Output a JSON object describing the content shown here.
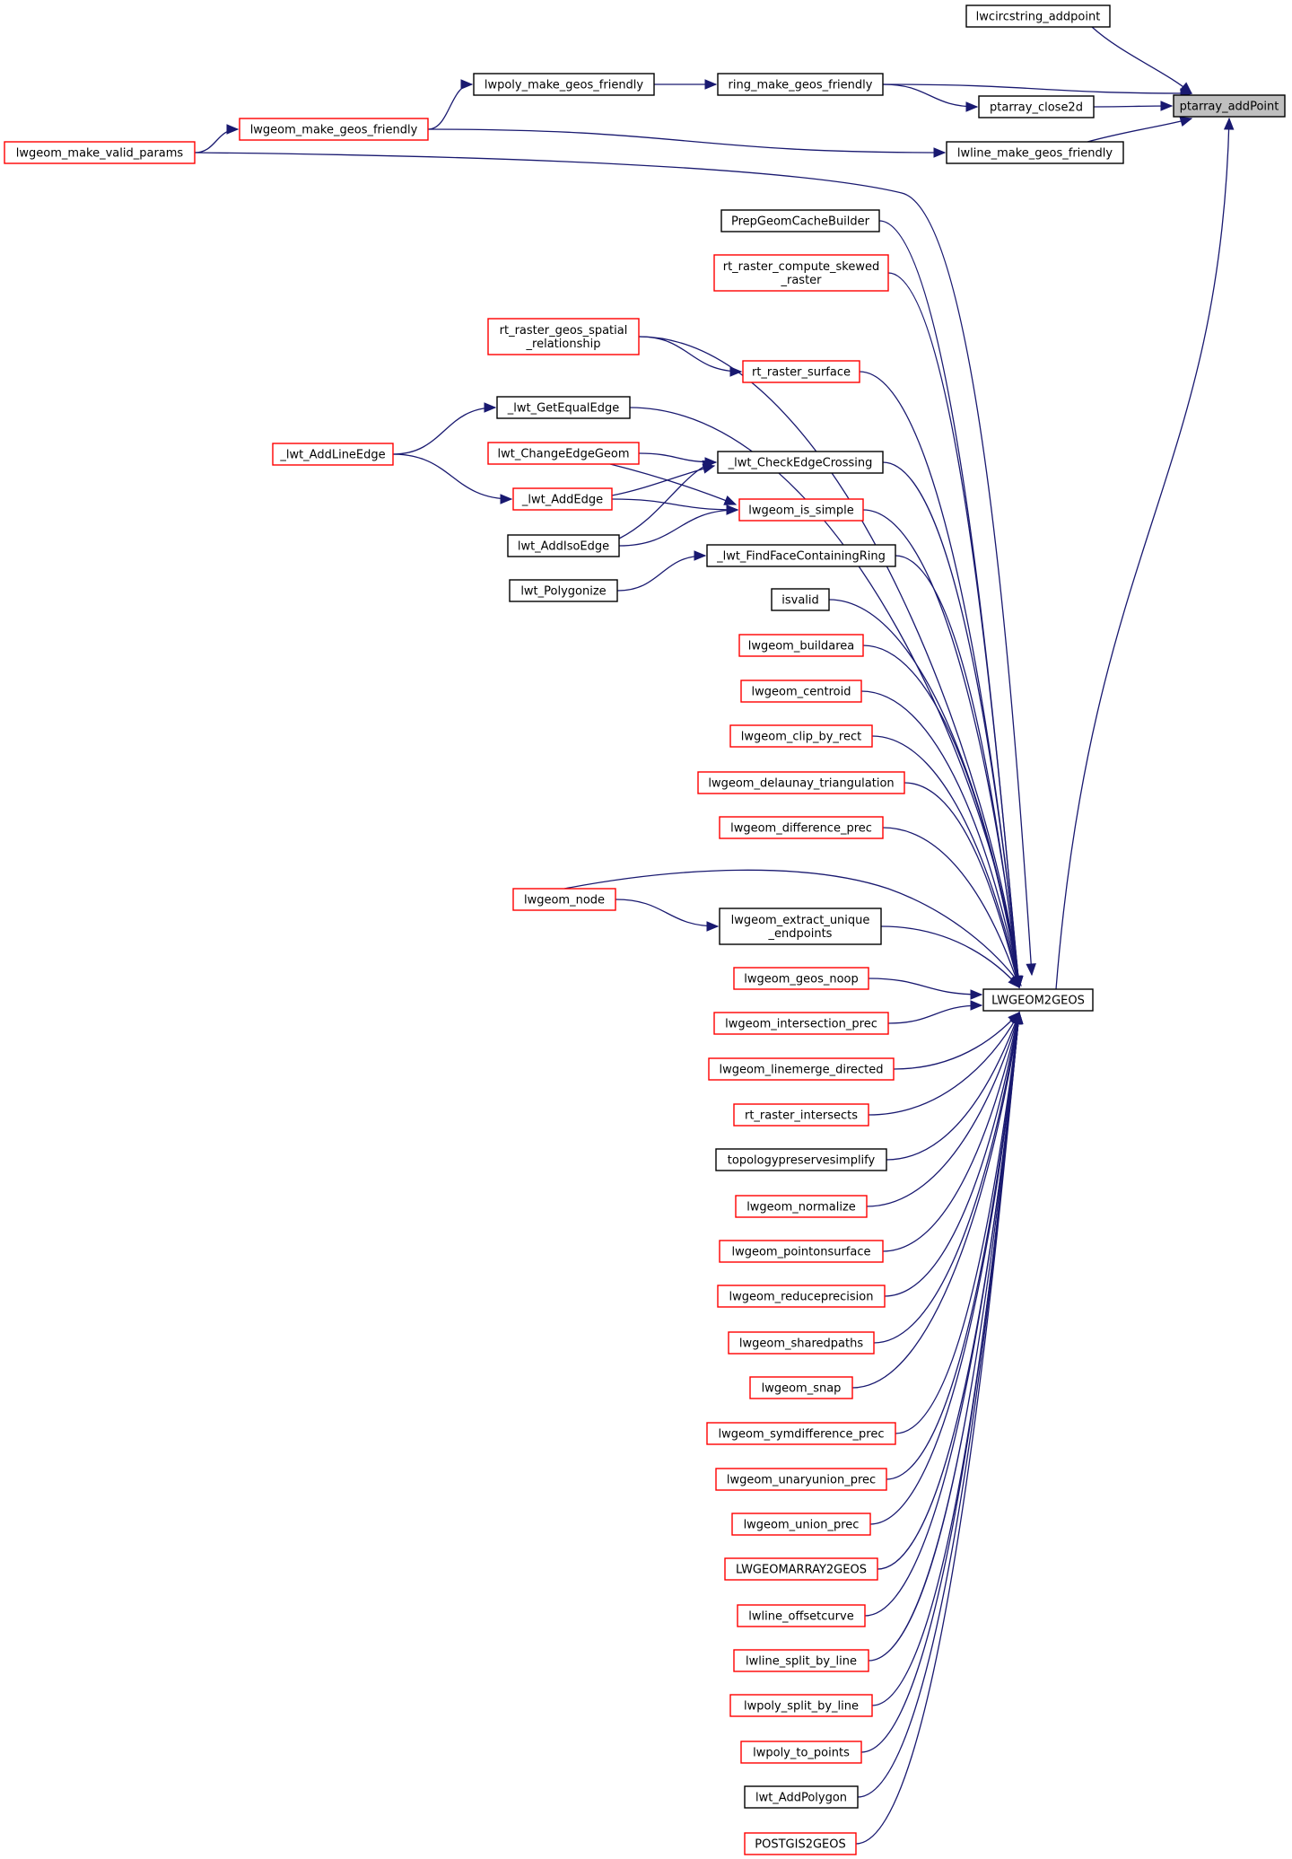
{
  "colors": {
    "edge": "#191970",
    "node_border_normal": "#000000",
    "node_border_truncated": "#ff0000",
    "focus_fill": "#bfbfbf"
  },
  "nodes": {
    "ptarray_addPoint": {
      "lines": [
        "ptarray_addPoint"
      ],
      "style": "focus"
    },
    "lwcircstring_addpoint": {
      "lines": [
        "lwcircstring_addpoint"
      ],
      "style": "black"
    },
    "ring_make_geos_friendly": {
      "lines": [
        "ring_make_geos_friendly"
      ],
      "style": "black"
    },
    "ptarray_close2d": {
      "lines": [
        "ptarray_close2d"
      ],
      "style": "black"
    },
    "lwline_make_geos_friendly": {
      "lines": [
        "lwline_make_geos_friendly"
      ],
      "style": "black"
    },
    "lwpoly_make_geos_friendly": {
      "lines": [
        "lwpoly_make_geos_friendly"
      ],
      "style": "black"
    },
    "lwgeom_make_geos_friendly": {
      "lines": [
        "lwgeom_make_geos_friendly"
      ],
      "style": "red"
    },
    "lwgeom_make_valid_params": {
      "lines": [
        "lwgeom_make_valid_params"
      ],
      "style": "red"
    },
    "LWGEOM2GEOS": {
      "lines": [
        "LWGEOM2GEOS"
      ],
      "style": "black"
    },
    "PrepGeomCacheBuilder": {
      "lines": [
        "PrepGeomCacheBuilder"
      ],
      "style": "black"
    },
    "rt_raster_compute_skewed_raster": {
      "lines": [
        "rt_raster_compute_skewed",
        "_raster"
      ],
      "style": "red"
    },
    "rt_raster_geos_spatial_relationship": {
      "lines": [
        "rt_raster_geos_spatial",
        "_relationship"
      ],
      "style": "red"
    },
    "rt_raster_surface": {
      "lines": [
        "rt_raster_surface"
      ],
      "style": "red"
    },
    "_lwt_GetEqualEdge": {
      "lines": [
        "_lwt_GetEqualEdge"
      ],
      "style": "black"
    },
    "_lwt_AddLineEdge": {
      "lines": [
        "_lwt_AddLineEdge"
      ],
      "style": "red"
    },
    "lwt_ChangeEdgeGeom": {
      "lines": [
        "lwt_ChangeEdgeGeom"
      ],
      "style": "red"
    },
    "_lwt_CheckEdgeCrossing": {
      "lines": [
        "_lwt_CheckEdgeCrossing"
      ],
      "style": "black"
    },
    "_lwt_AddEdge": {
      "lines": [
        "_lwt_AddEdge"
      ],
      "style": "red"
    },
    "lwgeom_is_simple": {
      "lines": [
        "lwgeom_is_simple"
      ],
      "style": "red"
    },
    "lwt_AddIsoEdge": {
      "lines": [
        "lwt_AddIsoEdge"
      ],
      "style": "black"
    },
    "_lwt_FindFaceContainingRing": {
      "lines": [
        "_lwt_FindFaceContainingRing"
      ],
      "style": "black"
    },
    "lwt_Polygonize": {
      "lines": [
        "lwt_Polygonize"
      ],
      "style": "black"
    },
    "isvalid": {
      "lines": [
        "isvalid"
      ],
      "style": "black"
    },
    "lwgeom_buildarea": {
      "lines": [
        "lwgeom_buildarea"
      ],
      "style": "red"
    },
    "lwgeom_centroid": {
      "lines": [
        "lwgeom_centroid"
      ],
      "style": "red"
    },
    "lwgeom_clip_by_rect": {
      "lines": [
        "lwgeom_clip_by_rect"
      ],
      "style": "red"
    },
    "lwgeom_delaunay_triangulation": {
      "lines": [
        "lwgeom_delaunay_triangulation"
      ],
      "style": "red"
    },
    "lwgeom_difference_prec": {
      "lines": [
        "lwgeom_difference_prec"
      ],
      "style": "red"
    },
    "lwgeom_node": {
      "lines": [
        "lwgeom_node"
      ],
      "style": "red"
    },
    "lwgeom_extract_unique_endpoints": {
      "lines": [
        "lwgeom_extract_unique",
        "_endpoints"
      ],
      "style": "black"
    },
    "lwgeom_geos_noop": {
      "lines": [
        "lwgeom_geos_noop"
      ],
      "style": "red"
    },
    "lwgeom_intersection_prec": {
      "lines": [
        "lwgeom_intersection_prec"
      ],
      "style": "red"
    },
    "lwgeom_linemerge_directed": {
      "lines": [
        "lwgeom_linemerge_directed"
      ],
      "style": "red"
    },
    "rt_raster_intersects": {
      "lines": [
        "rt_raster_intersects"
      ],
      "style": "red"
    },
    "topologypreservesimplify": {
      "lines": [
        "topologypreservesimplify"
      ],
      "style": "black"
    },
    "lwgeom_normalize": {
      "lines": [
        "lwgeom_normalize"
      ],
      "style": "red"
    },
    "lwgeom_pointonsurface": {
      "lines": [
        "lwgeom_pointonsurface"
      ],
      "style": "red"
    },
    "lwgeom_reduceprecision": {
      "lines": [
        "lwgeom_reduceprecision"
      ],
      "style": "red"
    },
    "lwgeom_sharedpaths": {
      "lines": [
        "lwgeom_sharedpaths"
      ],
      "style": "red"
    },
    "lwgeom_snap": {
      "lines": [
        "lwgeom_snap"
      ],
      "style": "red"
    },
    "lwgeom_symdifference_prec": {
      "lines": [
        "lwgeom_symdifference_prec"
      ],
      "style": "red"
    },
    "lwgeom_unaryunion_prec": {
      "lines": [
        "lwgeom_unaryunion_prec"
      ],
      "style": "red"
    },
    "lwgeom_union_prec": {
      "lines": [
        "lwgeom_union_prec"
      ],
      "style": "red"
    },
    "LWGEOMARRAY2GEOS": {
      "lines": [
        "LWGEOMARRAY2GEOS"
      ],
      "style": "red"
    },
    "lwline_offsetcurve": {
      "lines": [
        "lwline_offsetcurve"
      ],
      "style": "red"
    },
    "lwline_split_by_line": {
      "lines": [
        "lwline_split_by_line"
      ],
      "style": "red"
    },
    "lwpoly_split_by_line": {
      "lines": [
        "lwpoly_split_by_line"
      ],
      "style": "red"
    },
    "lwpoly_to_points": {
      "lines": [
        "lwpoly_to_points"
      ],
      "style": "red"
    },
    "lwt_AddPolygon": {
      "lines": [
        "lwt_AddPolygon"
      ],
      "style": "black"
    },
    "POSTGIS2GEOS": {
      "lines": [
        "POSTGIS2GEOS"
      ],
      "style": "red"
    }
  },
  "edges": [
    [
      "lwcircstring_addpoint",
      "ptarray_addPoint"
    ],
    [
      "ring_make_geos_friendly",
      "ptarray_addPoint"
    ],
    [
      "ptarray_close2d",
      "ptarray_addPoint"
    ],
    [
      "lwline_make_geos_friendly",
      "ptarray_addPoint"
    ],
    [
      "LWGEOM2GEOS",
      "ptarray_addPoint"
    ],
    [
      "ring_make_geos_friendly",
      "ptarray_close2d"
    ],
    [
      "lwpoly_make_geos_friendly",
      "ring_make_geos_friendly"
    ],
    [
      "lwgeom_make_geos_friendly",
      "lwpoly_make_geos_friendly"
    ],
    [
      "lwgeom_make_geos_friendly",
      "lwline_make_geos_friendly"
    ],
    [
      "lwgeom_make_valid_params",
      "lwgeom_make_geos_friendly"
    ],
    [
      "lwgeom_make_valid_params",
      "LWGEOM2GEOS"
    ],
    [
      "PrepGeomCacheBuilder",
      "LWGEOM2GEOS"
    ],
    [
      "rt_raster_compute_skewed_raster",
      "LWGEOM2GEOS"
    ],
    [
      "rt_raster_geos_spatial_relationship",
      "LWGEOM2GEOS"
    ],
    [
      "rt_raster_surface",
      "LWGEOM2GEOS"
    ],
    [
      "rt_raster_geos_spatial_relationship",
      "rt_raster_surface"
    ],
    [
      "_lwt_GetEqualEdge",
      "LWGEOM2GEOS"
    ],
    [
      "_lwt_AddLineEdge",
      "_lwt_GetEqualEdge"
    ],
    [
      "_lwt_CheckEdgeCrossing",
      "LWGEOM2GEOS"
    ],
    [
      "lwt_ChangeEdgeGeom",
      "_lwt_CheckEdgeCrossing"
    ],
    [
      "_lwt_AddEdge",
      "_lwt_CheckEdgeCrossing"
    ],
    [
      "lwt_AddIsoEdge",
      "_lwt_CheckEdgeCrossing"
    ],
    [
      "lwgeom_is_simple",
      "LWGEOM2GEOS"
    ],
    [
      "lwt_ChangeEdgeGeom",
      "lwgeom_is_simple"
    ],
    [
      "_lwt_AddEdge",
      "lwgeom_is_simple"
    ],
    [
      "lwt_AddIsoEdge",
      "lwgeom_is_simple"
    ],
    [
      "_lwt_AddLineEdge",
      "_lwt_AddEdge"
    ],
    [
      "_lwt_FindFaceContainingRing",
      "LWGEOM2GEOS"
    ],
    [
      "lwt_Polygonize",
      "_lwt_FindFaceContainingRing"
    ],
    [
      "isvalid",
      "LWGEOM2GEOS"
    ],
    [
      "lwgeom_buildarea",
      "LWGEOM2GEOS"
    ],
    [
      "lwgeom_centroid",
      "LWGEOM2GEOS"
    ],
    [
      "lwgeom_clip_by_rect",
      "LWGEOM2GEOS"
    ],
    [
      "lwgeom_delaunay_triangulation",
      "LWGEOM2GEOS"
    ],
    [
      "lwgeom_difference_prec",
      "LWGEOM2GEOS"
    ],
    [
      "lwgeom_node",
      "LWGEOM2GEOS"
    ],
    [
      "lwgeom_node",
      "lwgeom_extract_unique_endpoints"
    ],
    [
      "lwgeom_extract_unique_endpoints",
      "LWGEOM2GEOS"
    ],
    [
      "lwgeom_geos_noop",
      "LWGEOM2GEOS"
    ],
    [
      "lwgeom_intersection_prec",
      "LWGEOM2GEOS"
    ],
    [
      "lwgeom_linemerge_directed",
      "LWGEOM2GEOS"
    ],
    [
      "rt_raster_intersects",
      "LWGEOM2GEOS"
    ],
    [
      "topologypreservesimplify",
      "LWGEOM2GEOS"
    ],
    [
      "lwgeom_normalize",
      "LWGEOM2GEOS"
    ],
    [
      "lwgeom_pointonsurface",
      "LWGEOM2GEOS"
    ],
    [
      "lwgeom_reduceprecision",
      "LWGEOM2GEOS"
    ],
    [
      "lwgeom_sharedpaths",
      "LWGEOM2GEOS"
    ],
    [
      "lwgeom_snap",
      "LWGEOM2GEOS"
    ],
    [
      "lwgeom_symdifference_prec",
      "LWGEOM2GEOS"
    ],
    [
      "lwgeom_unaryunion_prec",
      "LWGEOM2GEOS"
    ],
    [
      "lwgeom_union_prec",
      "LWGEOM2GEOS"
    ],
    [
      "LWGEOMARRAY2GEOS",
      "LWGEOM2GEOS"
    ],
    [
      "lwline_offsetcurve",
      "LWGEOM2GEOS"
    ],
    [
      "lwline_split_by_line",
      "LWGEOM2GEOS"
    ],
    [
      "lwpoly_split_by_line",
      "LWGEOM2GEOS"
    ],
    [
      "lwpoly_to_points",
      "LWGEOM2GEOS"
    ],
    [
      "lwt_AddPolygon",
      "LWGEOM2GEOS"
    ],
    [
      "POSTGIS2GEOS",
      "LWGEOM2GEOS"
    ]
  ]
}
